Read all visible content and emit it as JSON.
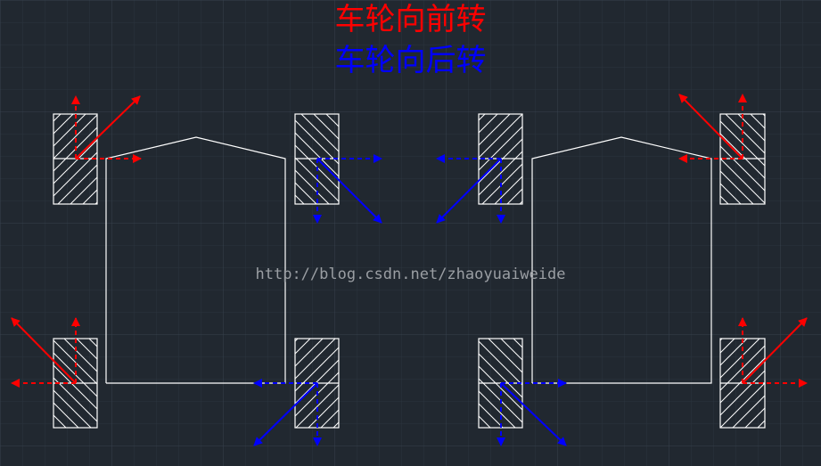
{
  "legend": {
    "red_label": "车轮向前转",
    "blue_label": "车轮向后转"
  },
  "watermark": "http://blog.csdn.net/zhaoyuaiweide",
  "colors": {
    "background": "#212830",
    "grid": "#2e3843",
    "outline": "#ffffff",
    "forward": "#ff0000",
    "backward": "#0000ff",
    "watermark": "#9a9ea3"
  },
  "diagram": {
    "wheels": [
      {
        "robot": "left",
        "position": "front-left",
        "rotation": "forward",
        "hatch": "ascending"
      },
      {
        "robot": "left",
        "position": "front-right",
        "rotation": "backward",
        "hatch": "descending"
      },
      {
        "robot": "left",
        "position": "rear-left",
        "rotation": "forward",
        "hatch": "descending"
      },
      {
        "robot": "left",
        "position": "rear-right",
        "rotation": "backward",
        "hatch": "ascending"
      },
      {
        "robot": "right",
        "position": "front-left",
        "rotation": "backward",
        "hatch": "ascending"
      },
      {
        "robot": "right",
        "position": "front-right",
        "rotation": "forward",
        "hatch": "descending"
      },
      {
        "robot": "right",
        "position": "rear-left",
        "rotation": "backward",
        "hatch": "descending"
      },
      {
        "robot": "right",
        "position": "rear-right",
        "rotation": "forward",
        "hatch": "ascending"
      }
    ]
  }
}
